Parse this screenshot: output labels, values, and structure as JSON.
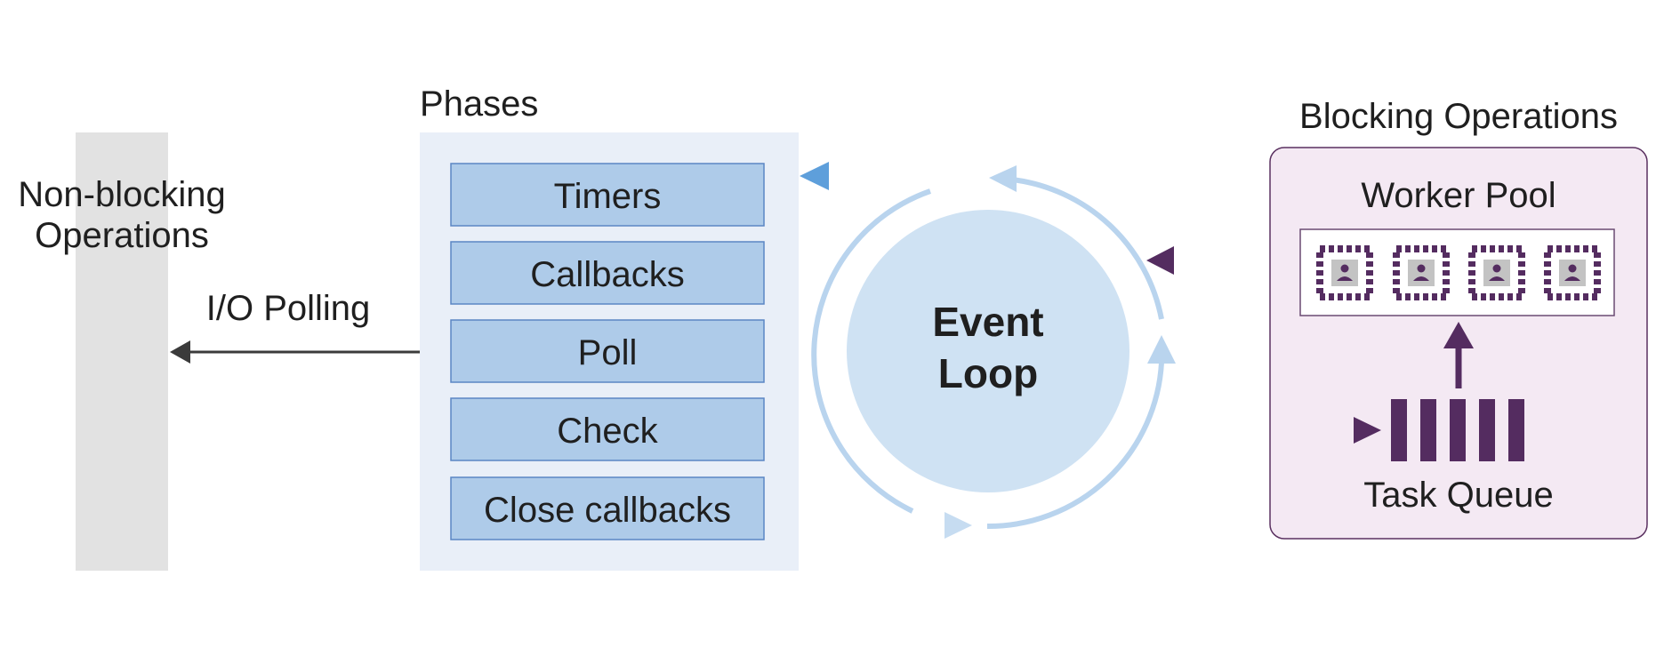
{
  "diagram": {
    "non_blocking_label_line1": "Non-blocking",
    "non_blocking_label_line2": "Operations",
    "io_polling_label": "I/O Polling",
    "phases_title": "Phases",
    "phases": [
      {
        "label": "Timers"
      },
      {
        "label": "Callbacks"
      },
      {
        "label": "Poll"
      },
      {
        "label": "Check"
      },
      {
        "label": "Close callbacks"
      }
    ],
    "event_loop_line1": "Event",
    "event_loop_line2": "Loop",
    "blocking_title": "Blocking Operations",
    "worker_pool_label": "Worker Pool",
    "task_queue_label": "Task Queue",
    "colors": {
      "gray_bar": "#e2e2e2",
      "phases_bg": "#e9eff8",
      "phase_fill": "#aecbe9",
      "phase_border": "#5b86c4",
      "event_loop_fill": "#cfe2f3",
      "loop_arrow": "#b9d4ee",
      "blue_arrow": "#5e9fdb",
      "blocking_bg": "#f4e9f3",
      "blocking_border": "#5a3060",
      "purple": "#542c60",
      "worker_icon_gray": "#c3c3c3",
      "dark_arrow": "#3b3b3b"
    },
    "icons": [
      "worker-icon",
      "worker-icon",
      "worker-icon",
      "worker-icon"
    ]
  }
}
